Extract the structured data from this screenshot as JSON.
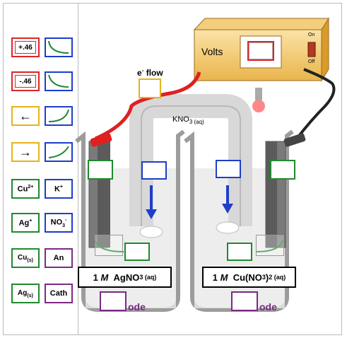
{
  "palette": {
    "tiles": [
      {
        "name": "tile-plus-046",
        "label": "+.46",
        "color": "red"
      },
      {
        "name": "tile-minus-046",
        "label": "-.46",
        "color": "red"
      },
      {
        "name": "tile-arrow-left",
        "label": "←",
        "color": "yel"
      },
      {
        "name": "tile-arrow-right",
        "label": "→",
        "color": "yel"
      },
      {
        "name": "tile-cu2plus",
        "label": "Cu2+",
        "color": "grn"
      },
      {
        "name": "tile-kplus",
        "label": "K+",
        "color": "blu"
      },
      {
        "name": "tile-agplus",
        "label": "Ag+",
        "color": "grn"
      },
      {
        "name": "tile-no3minus",
        "label": "NO3-",
        "color": "blu"
      },
      {
        "name": "tile-cu-s",
        "label": "Cu(s)",
        "color": "grn"
      },
      {
        "name": "tile-an",
        "label": "An",
        "color": "pur"
      },
      {
        "name": "tile-ag-s",
        "label": "Ag(s)",
        "color": "grn"
      },
      {
        "name": "tile-cath",
        "label": "Cath",
        "color": "pur"
      }
    ]
  },
  "voltmeter": {
    "label": "Volts",
    "on": "On",
    "off": "Off"
  },
  "eflow_label": "e flow",
  "eflow_sup": "-",
  "salt_bridge_label": "KNO",
  "salt_bridge_sub": "3 (aq)",
  "left_solution": {
    "m": "1",
    "unit": "M",
    "formula": "AgNO",
    "sub": "3 (aq)"
  },
  "right_solution": {
    "m": "1",
    "unit": "M",
    "formula": "Cu(NO",
    "sub1": "3",
    "close": ")",
    "sub2": "2 (aq)"
  },
  "ode_suffix": "ode",
  "colors": {
    "red": "#d9262b",
    "yellow": "#e7b21a",
    "green": "#1f8a2e",
    "blue": "#1f3ec9",
    "purple": "#7a2a82"
  }
}
